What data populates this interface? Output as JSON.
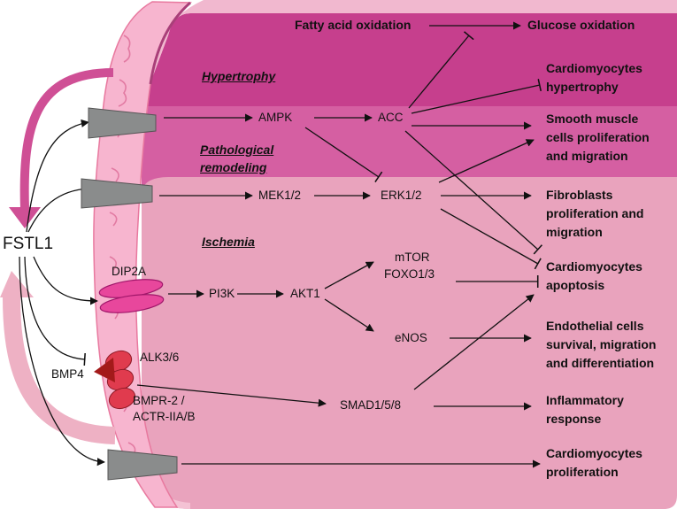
{
  "colors": {
    "hypertrophy_zone": "#c63f8d",
    "remodeling_zone": "#d55fa2",
    "ischemia_zone": "#e9a3bd",
    "wall_pink": "#f7b5cf",
    "big_arrow_top": "#cf4f95",
    "big_arrow_bottom": "#eeb1c4",
    "receptor_gray": "#8a8c8c",
    "dip2a_magenta": "#e8479c",
    "alk_red": "#e03b4e",
    "bmp4_dark_red": "#a31a1a"
  },
  "sections": {
    "hypertrophy": "Hypertrophy",
    "remodeling_line1": "Pathological",
    "remodeling_line2": "remodeling",
    "ischemia": "Ischemia"
  },
  "ligands": {
    "fstl1": "FSTL1",
    "bmp4": "BMP4"
  },
  "receptors": {
    "dip2a": "DIP2A",
    "alk": "ALK3/6",
    "bmpr_line1": "BMPR-2 /",
    "bmpr_line2": "ACTR-IIA/B"
  },
  "nodes": {
    "ampk": "AMPK",
    "acc": "ACC",
    "mek": "MEK1/2",
    "erk": "ERK1/2",
    "pi3k": "PI3K",
    "akt1": "AKT1",
    "mtor": "mTOR",
    "foxo": "FOXO1/3",
    "enos": "eNOS",
    "smad": "SMAD1/5/8"
  },
  "outcomes": {
    "fatty_acid": "Fatty acid oxidation",
    "glucose": "Glucose oxidation",
    "cm_hypertrophy_line1": "Cardiomyocytes",
    "cm_hypertrophy_line2": "hypertrophy",
    "smc_line1": "Smooth muscle",
    "smc_line2": "cells proliferation",
    "smc_line3": "and migration",
    "fib_line1": "Fibroblasts",
    "fib_line2": "proliferation and",
    "fib_line3": "migration",
    "apop_line1": "Cardiomyocytes",
    "apop_line2": "apoptosis",
    "endo_line1": "Endothelial cells",
    "endo_line2": "survival, migration",
    "endo_line3": "and differentiation",
    "inflam_line1": "Inflammatory",
    "inflam_line2": "response",
    "prolif_line1": "Cardiomyocytes",
    "prolif_line2": "proliferation"
  }
}
